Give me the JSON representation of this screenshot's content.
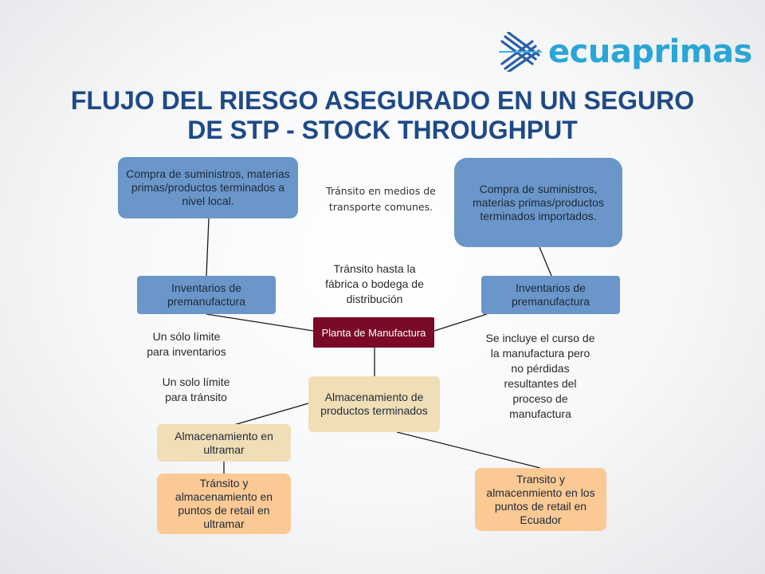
{
  "logo": {
    "text": "ecuaprimas",
    "color": "#2aa6d6",
    "icon": "woven-lines-logo"
  },
  "title": "FLUJO DEL RIESGO ASEGURADO EN UN SEGURO DE STP - STOCK THROUGHPUT",
  "colors": {
    "title": "#1f4a86",
    "blue_box": "#6a96c9",
    "plant_box": "#7a0a25",
    "beige_box": "#f0deb6",
    "orange_box": "#fbc994"
  },
  "nodes": {
    "compra_local": "Compra de suministros, materias primas/productos terminados a nivel local.",
    "compra_importados": "Compra de suministros, materias primas/productos terminados importados.",
    "inventarios_left": "Inventarios de premanufactura",
    "inventarios_right": "Inventarios de premanufactura",
    "planta": "Planta de Manufactura",
    "almacenamiento_terminados": "Almacenamiento de productos terminados",
    "almacenamiento_ultramar": "Almacenamiento en ultramar",
    "retail_ultramar": "Tránsito y almacenamiento en puntos de retail en ultramar",
    "retail_ecuador": "Transito y almacenmiento en los puntos de retail en Ecuador"
  },
  "labels": {
    "transito_medios": "Tránsito en medios de transporte comunes.",
    "transito_fabrica": "Tránsito hasta la fábrica o bodega de distribución",
    "limite_inventarios": "Un sólo límite para inventarios",
    "limite_transito": "Un solo límite para tránsito",
    "se_incluye": "Se incluye el curso de la manufactura pero no pérdidas resultantes del proceso de manufactura"
  }
}
